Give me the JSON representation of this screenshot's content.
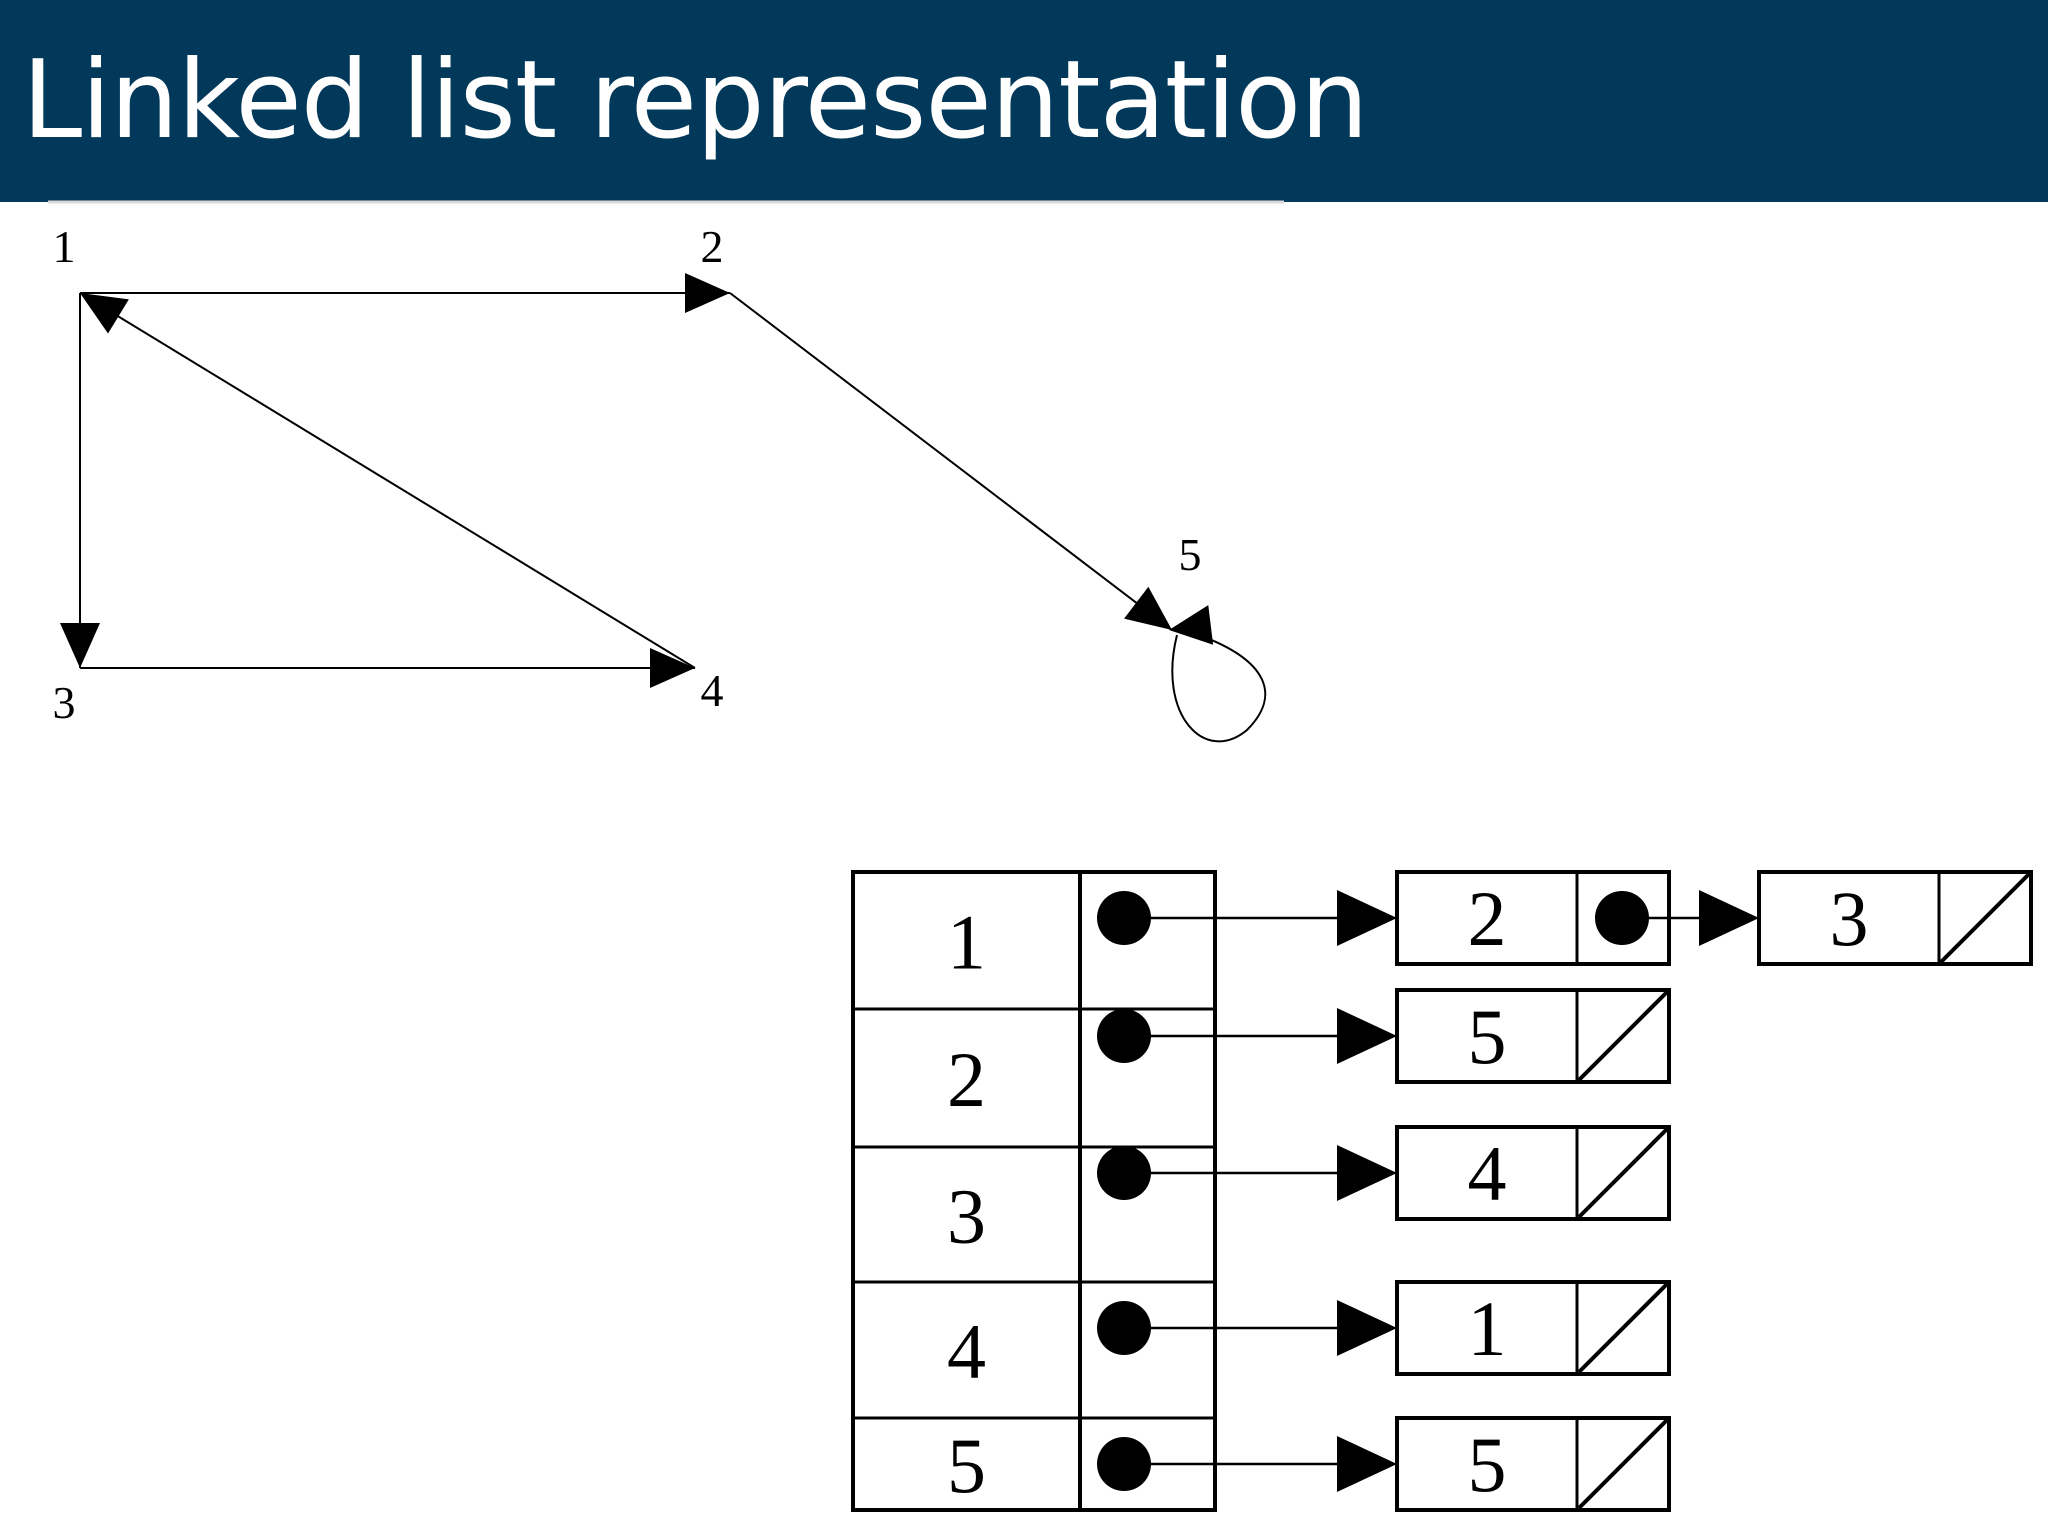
{
  "title": "Linked list representation",
  "colors": {
    "header_bg": "#023859",
    "header_text": "#ffffff",
    "ink": "#000000"
  },
  "graph": {
    "nodes": [
      "1",
      "2",
      "3",
      "4",
      "5"
    ],
    "edges": [
      {
        "from": "1",
        "to": "2"
      },
      {
        "from": "1",
        "to": "3"
      },
      {
        "from": "2",
        "to": "5"
      },
      {
        "from": "3",
        "to": "4"
      },
      {
        "from": "4",
        "to": "1"
      },
      {
        "from": "5",
        "to": "5"
      }
    ]
  },
  "adjacency_list": {
    "rows": [
      {
        "vertex": "1",
        "neighbors": [
          "2",
          "3"
        ]
      },
      {
        "vertex": "2",
        "neighbors": [
          "5"
        ]
      },
      {
        "vertex": "3",
        "neighbors": [
          "4"
        ]
      },
      {
        "vertex": "4",
        "neighbors": [
          "1"
        ]
      },
      {
        "vertex": "5",
        "neighbors": [
          "5"
        ]
      }
    ]
  }
}
